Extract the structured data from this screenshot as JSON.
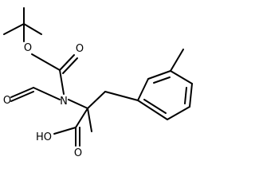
{
  "molecule": {
    "atoms": {
      "o_ester": "O",
      "o_carbonyl": "O",
      "n": "N",
      "o_formyl": "O",
      "oh": "HO",
      "o_acid": "O"
    },
    "bond_color": "#000000",
    "background": "#ffffff"
  }
}
